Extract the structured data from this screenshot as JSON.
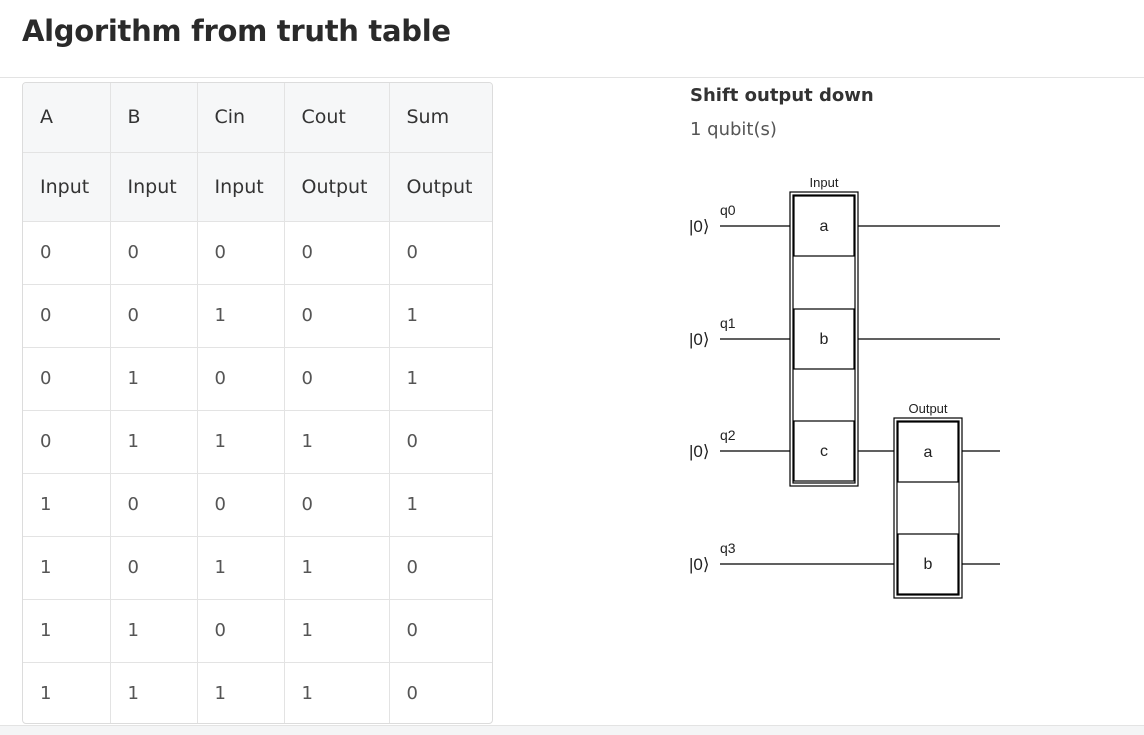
{
  "page": {
    "title": "Algorithm from truth table"
  },
  "truth_table": {
    "columns": [
      {
        "name": "A",
        "role": "Input"
      },
      {
        "name": "B",
        "role": "Input"
      },
      {
        "name": "Cin",
        "role": "Input"
      },
      {
        "name": "Cout",
        "role": "Output"
      },
      {
        "name": "Sum",
        "role": "Output"
      }
    ],
    "rows": [
      [
        "0",
        "0",
        "0",
        "0",
        "0"
      ],
      [
        "0",
        "0",
        "1",
        "0",
        "1"
      ],
      [
        "0",
        "1",
        "0",
        "0",
        "1"
      ],
      [
        "0",
        "1",
        "1",
        "1",
        "0"
      ],
      [
        "1",
        "0",
        "0",
        "0",
        "1"
      ],
      [
        "1",
        "0",
        "1",
        "1",
        "0"
      ],
      [
        "1",
        "1",
        "0",
        "1",
        "0"
      ],
      [
        "1",
        "1",
        "1",
        "1",
        "0"
      ]
    ]
  },
  "circuit": {
    "title": "Shift output down",
    "subtitle": "1 qubit(s)",
    "ket": "|0⟩",
    "qubits": [
      "q0",
      "q1",
      "q2",
      "q3"
    ],
    "groups": [
      {
        "label": "Input",
        "gates": [
          "a",
          "b",
          "c"
        ]
      },
      {
        "label": "Output",
        "gates": [
          "a",
          "b"
        ]
      }
    ]
  }
}
